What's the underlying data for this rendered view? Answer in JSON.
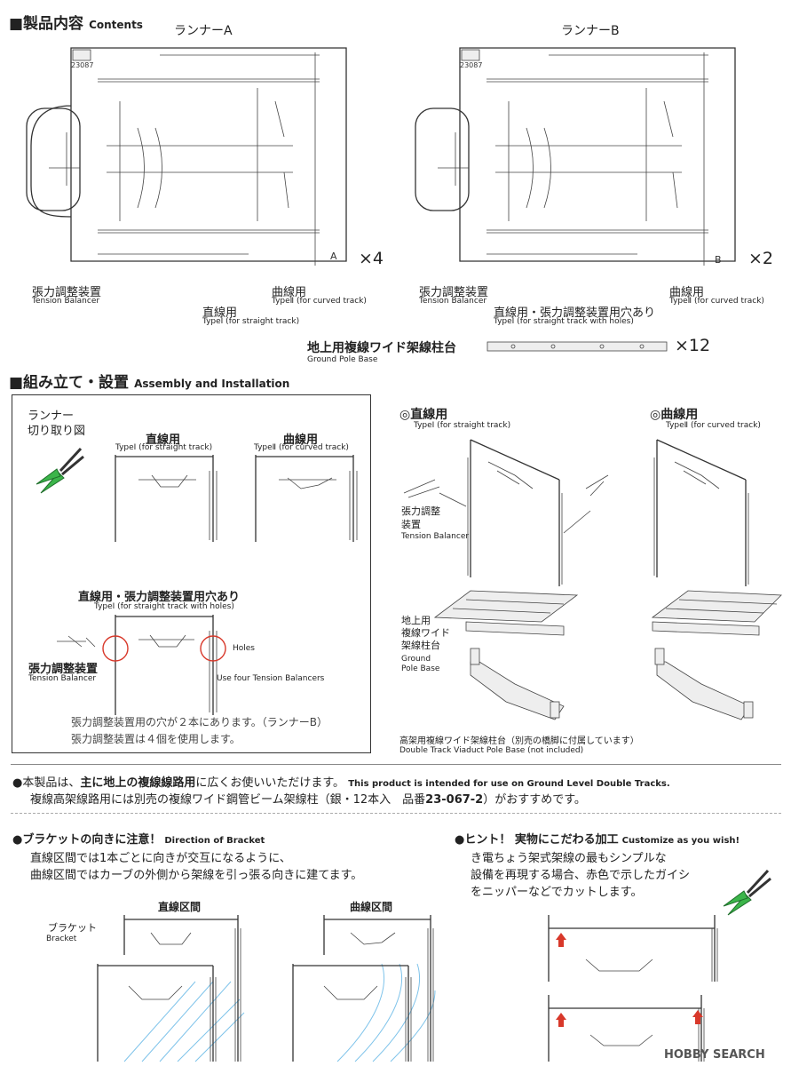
{
  "contents": {
    "heading_jp": "■製品内容",
    "heading_en": "Contents",
    "runner_a": {
      "label": "ランナーA",
      "mark": "A",
      "code": "23087",
      "qty": "×4"
    },
    "runner_b": {
      "label": "ランナーB",
      "mark": "B",
      "code": "23087",
      "qty": "×2"
    },
    "tension_jp": "張力調整装置",
    "tension_en": "Tension Balancer",
    "straight_jp": "直線用",
    "straight_en": "TypeⅠ (for straight track)",
    "curved_jp": "曲線用",
    "curved_en": "TypeⅡ (for curved track)",
    "holes_jp": "直線用・張力調整装置用穴あり",
    "holes_en": "TypeⅠ (for straight track with holes)",
    "pole_base_jp": "地上用複線ワイド架線柱台",
    "pole_base_en": "Ground Pole Base",
    "pole_base_qty": "×12"
  },
  "assembly": {
    "heading_jp": "■組み立て・設置",
    "heading_en": "Assembly and Installation",
    "runner_cut_jp": "ランナー\n切り取り図",
    "type1_jp": "直線用",
    "type1_en": "TypeⅠ (for straight track)",
    "type2_jp": "曲線用",
    "type2_en": "TypeⅡ (for curved track)",
    "holes_jp": "直線用・張力調整装置用穴あり",
    "holes_en": "TypeⅠ (for straight track with holes)",
    "tension_jp": "張力調整装置",
    "tension_en": "Tension Balancer",
    "holes_label": "Holes",
    "use_four": "Use four Tension Balancers",
    "note1": "張力調整装置用の穴が２本にあります。（ランナーB）",
    "note2": "張力調整装置は４個を使用します。",
    "right_type1_jp": "◎直線用",
    "right_type1_en": "TypeⅠ (for straight track)",
    "right_type2_jp": "◎曲線用",
    "right_type2_en": "TypeⅡ (for curved track)",
    "right_tension_jp": "張力調整\n装置",
    "right_tension_en": "Tension Balancer",
    "ground_jp": "地上用\n複線ワイド\n架線柱台",
    "ground_en": "Ground\nPole Base",
    "viaduct_jp": "高架用複線ワイド架線柱台（別売の橋脚に付属しています）",
    "viaduct_en": "Double Track Viaduct Pole Base (not included)"
  },
  "notice": {
    "line1_pre": "●本製品は、",
    "line1_bold": "主に地上の複線線路用",
    "line1_post": "に広くお使いいただけます。",
    "line1_en": "This product is intended for use on Ground Level Double Tracks.",
    "line2": "複線高架線路用には別売の複線ワイド鋼管ビーム架線柱（銀・12本入　品番",
    "line2_code": "23-067-2",
    "line2_post": "）がおすすめです。"
  },
  "bracket": {
    "heading_jp": "●ブラケットの向きに注意！",
    "heading_en": "Direction of Bracket",
    "text1": "直線区間では1本ごとに向きが交互になるように、",
    "text2": "曲線区間ではカーブの外側から架線を引っ張る向きに建てます。",
    "straight_label": "直線区間",
    "curved_label": "曲線区間",
    "bracket_jp": "ブラケット",
    "bracket_en": "Bracket"
  },
  "hint": {
    "heading_jp": "●ヒント！ 実物にこだわる加工",
    "heading_en": "Customize as you wish!",
    "text1": "き電ちょう架式架線の最もシンプルな",
    "text2": "設備を再現する場合、赤色で示したガイシ",
    "text3": "をニッパーなどでカットします。"
  },
  "watermark": "HOBBY SEARCH"
}
